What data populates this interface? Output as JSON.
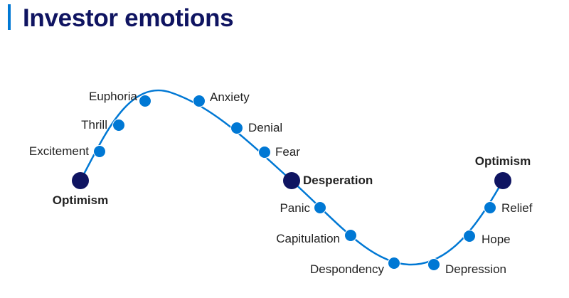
{
  "title": "Investor emotions",
  "colors": {
    "title": "#0F1461",
    "accent": "#0078D4",
    "curve": "#0078D4",
    "stage_point": "#0078D4",
    "key_point": "#0F1461",
    "label": "#222222"
  },
  "stages": [
    {
      "id": "optimism-start",
      "label": "Optimism",
      "emphasis": true
    },
    {
      "id": "excitement",
      "label": "Excitement",
      "emphasis": false
    },
    {
      "id": "thrill",
      "label": "Thrill",
      "emphasis": false
    },
    {
      "id": "euphoria",
      "label": "Euphoria",
      "emphasis": false
    },
    {
      "id": "anxiety",
      "label": "Anxiety",
      "emphasis": false
    },
    {
      "id": "denial",
      "label": "Denial",
      "emphasis": false
    },
    {
      "id": "fear",
      "label": "Fear",
      "emphasis": false
    },
    {
      "id": "desperation",
      "label": "Desperation",
      "emphasis": true
    },
    {
      "id": "panic",
      "label": "Panic",
      "emphasis": false
    },
    {
      "id": "capitulation",
      "label": "Capitulation",
      "emphasis": false
    },
    {
      "id": "despondency",
      "label": "Despondency",
      "emphasis": false
    },
    {
      "id": "depression",
      "label": "Depression",
      "emphasis": false
    },
    {
      "id": "hope",
      "label": "Hope",
      "emphasis": false
    },
    {
      "id": "relief",
      "label": "Relief",
      "emphasis": false
    },
    {
      "id": "optimism-end",
      "label": "Optimism",
      "emphasis": true
    }
  ]
}
